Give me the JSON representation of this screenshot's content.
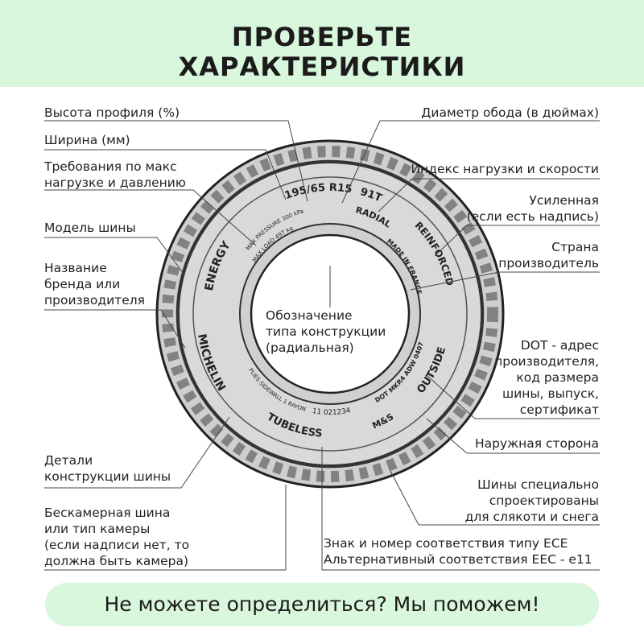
{
  "title": {
    "line1": "ПРОВЕРЬТЕ",
    "line2": "ХАРАКТЕРИСТИКИ"
  },
  "tire": {
    "size": "195/65 R15",
    "load_speed": "91T",
    "radial": "RADIAL",
    "reinforced": "REINFORCED",
    "made_in": "MADE IN FRANCE",
    "dot": "DOT MKR4 ADW 0407",
    "outside": "OUTSIDE",
    "mud_snow": "M&S",
    "ece": "11 021234",
    "tubeless": "TUBELESS",
    "plies": "PLIES SIDEWALL 1 RAYON",
    "brand": "MICHELIN",
    "model": "ENERGY",
    "max_load": "MAX LOAD 497 kg",
    "max_pressure": "MAX PRESSURE 300 kPa"
  },
  "labels_left": {
    "profile_height": "Высота профиля (%)",
    "width": "Ширина (мм)",
    "max_load_line1": "Требования по макс",
    "max_load_line2": "нагрузке и давлению",
    "model": "Модель шины",
    "brand_line1": "Название",
    "brand_line2": "бренда или",
    "brand_line3": "производителя",
    "construction_line1": "Детали",
    "construction_line2": "конструкции шины",
    "tubeless_line1": "Бескамерная шина",
    "tubeless_line2": "или тип камеры",
    "tubeless_line3": "(если надписи нет, то",
    "tubeless_line4": "должна быть камера)"
  },
  "labels_right": {
    "rim_diameter": "Диаметр обода (в дюймах)",
    "load_speed_index": "Индекс нагрузки и скорости",
    "reinforced_line1": "Усиленная",
    "reinforced_line2": "(если есть надпись)",
    "country_line1": "Страна",
    "country_line2": "производитель",
    "dot_line1": "DOT - адрес",
    "dot_line2": "производителя,",
    "dot_line3": "код размера",
    "dot_line4": "шины, выпуск,",
    "dot_line5": "сертификат",
    "outside": "Наружная сторона",
    "ms_line1": "Шины специально",
    "ms_line2": "спроектированы",
    "ms_line3": "для слякоти и снега",
    "ece_line1": "Знак и номер соответствия типу ECE",
    "ece_line2": "Альтернативный соответствия EEC - e11"
  },
  "center": {
    "line1": "Обозначение",
    "line2": "типа конструкции",
    "line3": "(радиальная)"
  },
  "footer": "Не можете определиться? Мы поможем!",
  "colors": {
    "accent_green": "#d9f7dc",
    "tire_fill": "#d6d6d6",
    "tire_stroke": "#222222"
  }
}
